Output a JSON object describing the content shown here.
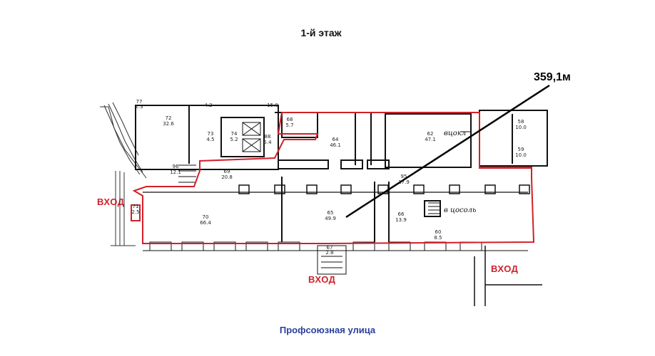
{
  "title": "1-й этаж",
  "total_area": "359,1м",
  "street": "Профсоюзная улица",
  "entrances": [
    "ВХОД",
    "ВХОД",
    "ВХОД"
  ],
  "annotations": {
    "up": "вцокл",
    "down": "в цосоль"
  },
  "rooms": [
    {
      "num": "77",
      "area": "2.3"
    },
    {
      "num": "72",
      "area": "32.6"
    },
    {
      "num": "73",
      "area": "4.5"
    },
    {
      "num": "74",
      "area": "5.2"
    },
    {
      "num": "88",
      "area": "5.4"
    },
    {
      "num": "68",
      "area": "5.7"
    },
    {
      "num": "64",
      "area": "46.1"
    },
    {
      "num": "62",
      "area": "47.1"
    },
    {
      "num": "58",
      "area": "10.0"
    },
    {
      "num": "59",
      "area": "10.0"
    },
    {
      "num": "96",
      "area": "12.1"
    },
    {
      "num": "69",
      "area": "20.8"
    },
    {
      "num": "95",
      "area": "17.9"
    },
    {
      "num": "71",
      "area": "2.5"
    },
    {
      "num": "70",
      "area": "66.4"
    },
    {
      "num": "65",
      "area": "49.9"
    },
    {
      "num": "66",
      "area": "13.9"
    },
    {
      "num": "60",
      "area": "8.5"
    },
    {
      "num": "67",
      "area": "2.8"
    }
  ],
  "dimension_marks": [
    "4.2",
    "15.0"
  ],
  "colors": {
    "boundary": "#d0202a",
    "walls": "#111111",
    "street_text": "#2a3f9a"
  }
}
